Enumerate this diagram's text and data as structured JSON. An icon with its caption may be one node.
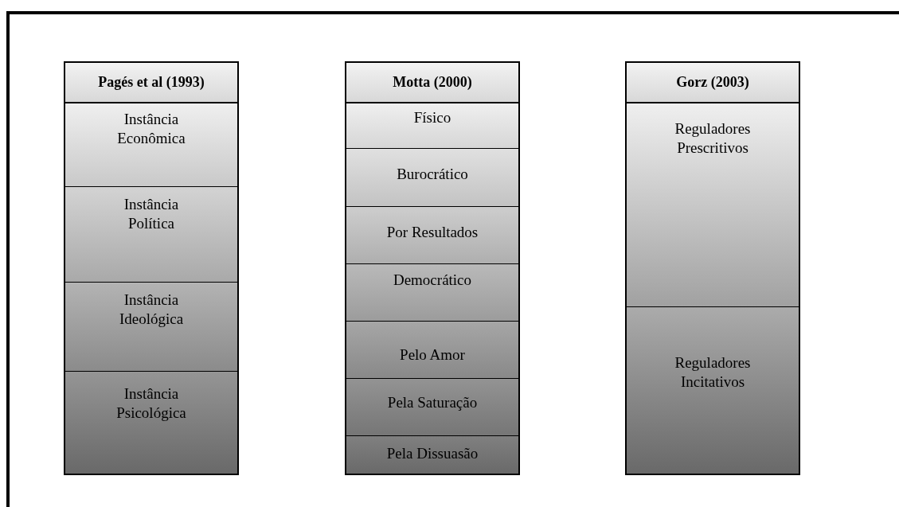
{
  "diagram": {
    "nodes": [
      {
        "text": [],
        "shape": "box"
      },
      {
        "text": [
          "Pagés et al (1993)"
        ],
        "in": 0
      },
      {
        "text": [
          "Instância Econômica"
        ],
        "in": 0
      },
      {
        "text": [
          "Instância Política"
        ],
        "in": 0
      },
      {
        "text": [
          "Instância Ideológica"
        ],
        "in": 0
      },
      {
        "text": [
          "Instância Psicológica"
        ],
        "in": 0
      },
      {
        "text": [],
        "shape": "box"
      },
      {
        "text": [
          "Motta (2000)"
        ],
        "in": 6
      },
      {
        "text": [
          "Físico"
        ],
        "in": 6
      },
      {
        "text": [
          "Burocrático"
        ],
        "in": 6
      },
      {
        "text": [
          "Por Resultados"
        ],
        "in": 6
      },
      {
        "text": [
          "Democrático"
        ],
        "in": 6
      },
      {
        "text": [
          "Pelo Amor"
        ],
        "in": 6
      },
      {
        "text": [
          "Pela Saturação"
        ],
        "in": 6
      },
      {
        "text": [
          "Pela Dissuasão"
        ],
        "in": 6
      },
      {
        "text": [],
        "shape": "box"
      },
      {
        "text": [
          "Gorz (2003)"
        ],
        "in": 15
      },
      {
        "text": [
          "Reguladores Prescritivos"
        ],
        "in": 15
      },
      {
        "text": [
          "Reguladores Incitativos"
        ],
        "in": 15
      }
    ]
  }
}
